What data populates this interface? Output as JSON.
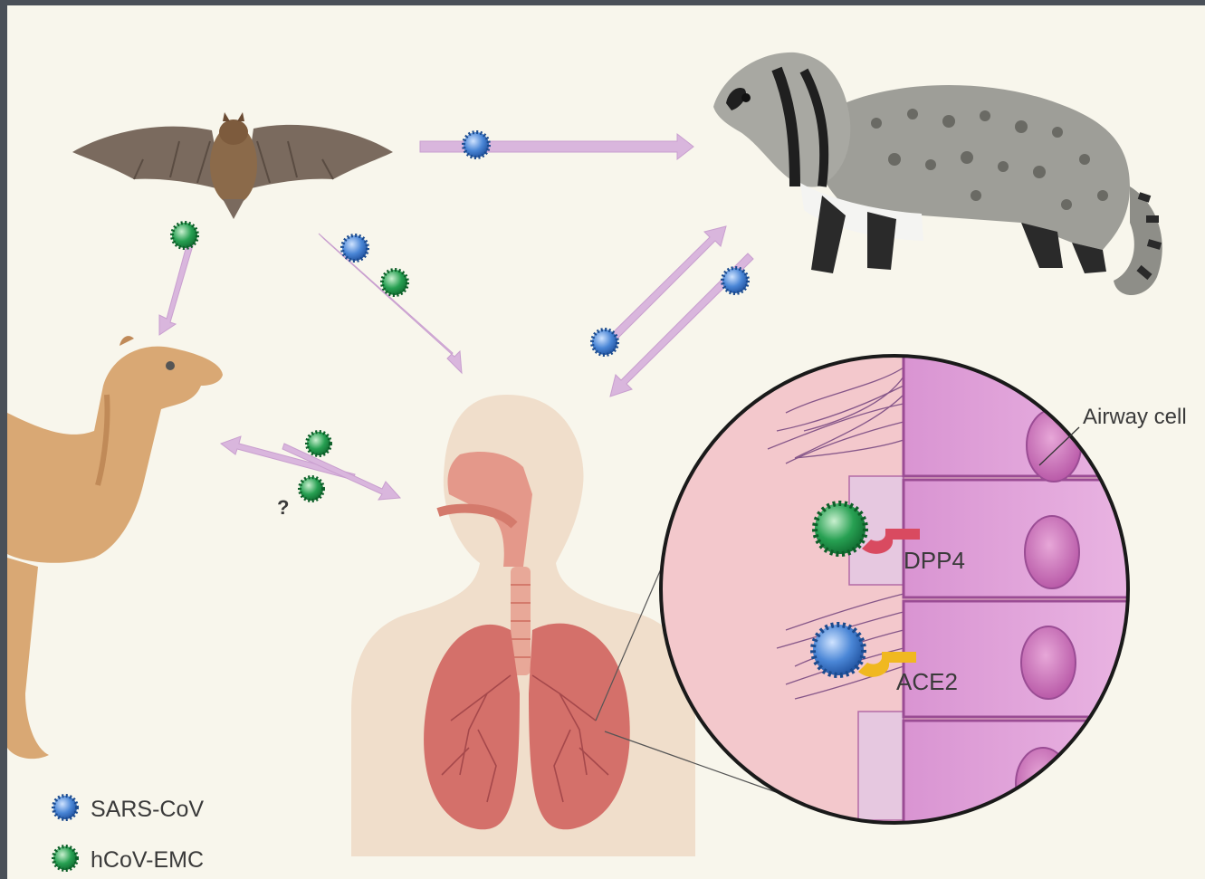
{
  "labels": {
    "airway_cell": "Airway cell",
    "dpp4": "DPP4",
    "ace2": "ACE2",
    "unknown_transmission": "?"
  },
  "legend": [
    {
      "name": "SARS-CoV",
      "color": "#3a76c9"
    },
    {
      "name": "hCoV-EMC",
      "color": "#1f9a48"
    }
  ],
  "animals": [
    "bat-icon",
    "civet-icon",
    "camel-icon",
    "human-icon"
  ],
  "colors": {
    "background": "#f8f6ec",
    "arrow": "#d9b6dd",
    "sars": "#3a76c9",
    "emc": "#1f9a48",
    "cell": "#cf86c9",
    "dpp4_receptor": "#d94a60",
    "ace2_receptor": "#f0b820"
  }
}
